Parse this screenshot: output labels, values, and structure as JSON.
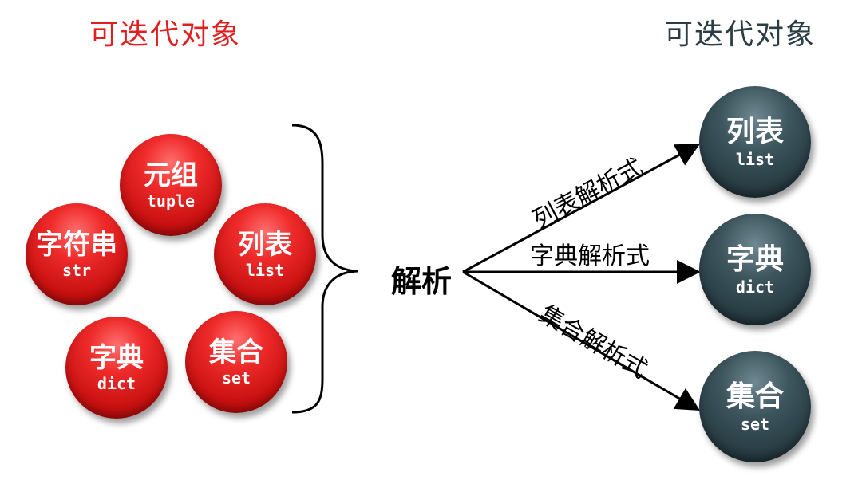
{
  "titles": {
    "left": "可迭代对象",
    "right": "可迭代对象"
  },
  "colors": {
    "left_title": "#e02020",
    "right_title": "#2b3d44",
    "red_ball": "#d11818",
    "dark_ball": "#2f454c",
    "lines": "#000000"
  },
  "source_nodes": [
    {
      "zh": "元组",
      "en": "tuple"
    },
    {
      "zh": "字符串",
      "en": "str"
    },
    {
      "zh": "列表",
      "en": "list"
    },
    {
      "zh": "字典",
      "en": "dict"
    },
    {
      "zh": "集合",
      "en": "set"
    }
  ],
  "center": {
    "label": "解析"
  },
  "edges": [
    {
      "label": "列表解析式"
    },
    {
      "label": "字典解析式"
    },
    {
      "label": "集合解析式"
    }
  ],
  "target_nodes": [
    {
      "zh": "列表",
      "en": "list"
    },
    {
      "zh": "字典",
      "en": "dict"
    },
    {
      "zh": "集合",
      "en": "set"
    }
  ]
}
